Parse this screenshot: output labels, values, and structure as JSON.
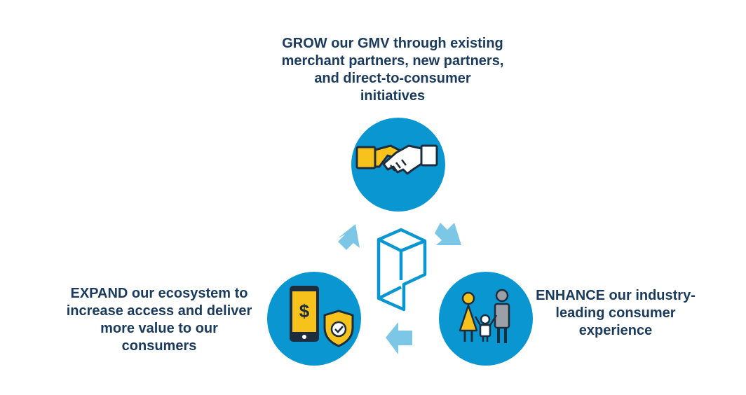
{
  "segments": {
    "grow": {
      "text": "GROW our GMV through existing merchant partners, new partners, and direct-to-consumer initiatives"
    },
    "expand": {
      "text": "EXPAND our ecosystem to increase access and deliver more value to our consumers"
    },
    "enhance": {
      "text": "ENHANCE our industry-leading consumer experience"
    }
  },
  "icons": {
    "grow": "handshake-icon",
    "expand": "mobile-payment-shield-icon",
    "enhance": "family-icon",
    "center": "logo-icon"
  },
  "colors": {
    "circle": "#0a97d1",
    "arrow": "#7cc6e6",
    "text": "#1a3a5e",
    "accent": "#f6c21b",
    "dark": "#1d2d3d"
  }
}
